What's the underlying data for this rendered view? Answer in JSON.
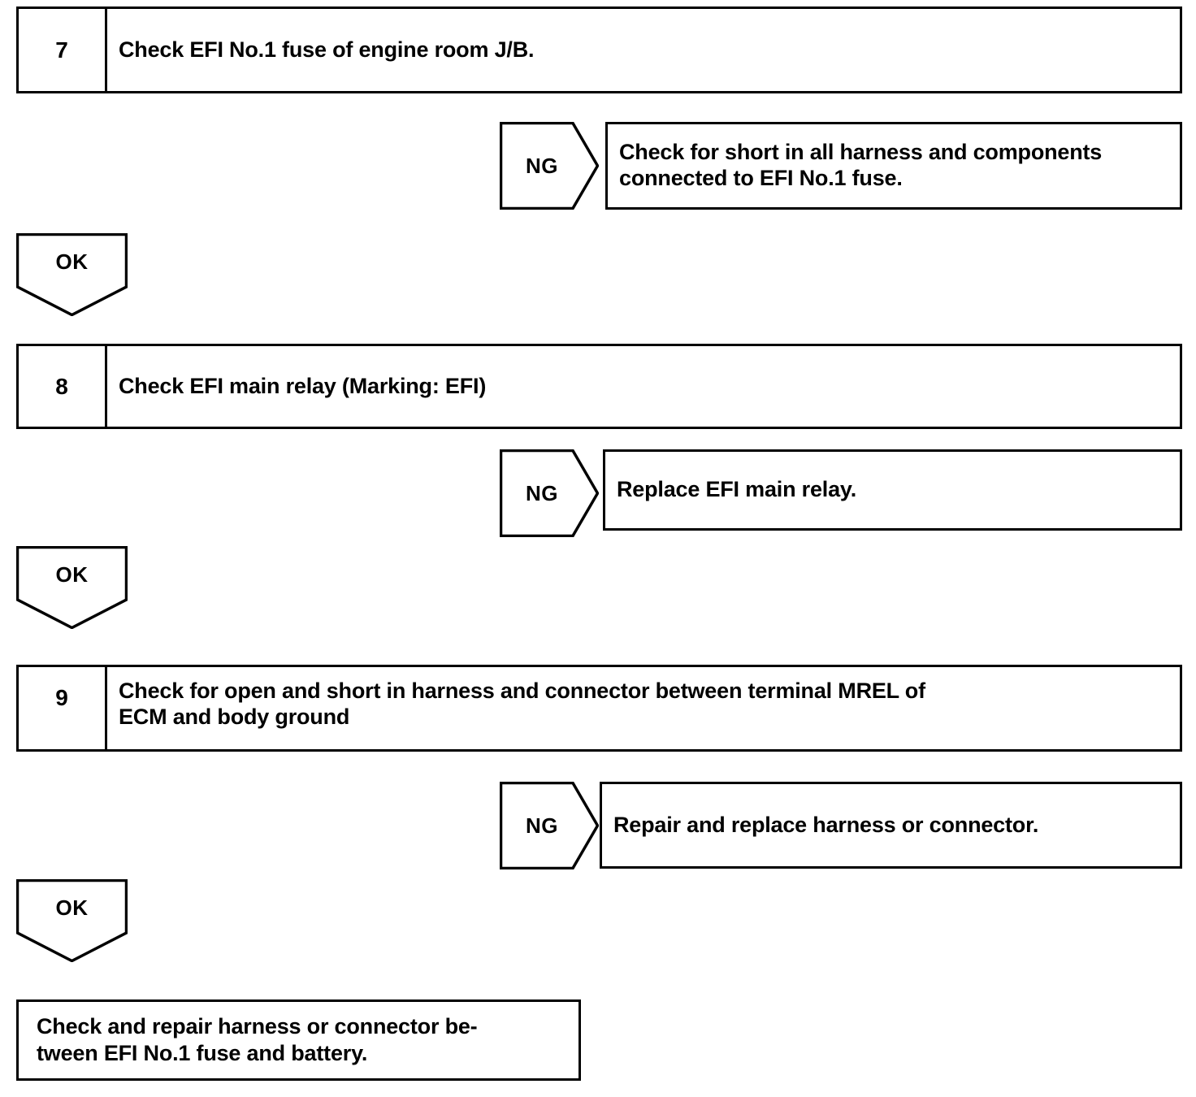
{
  "diagram": {
    "title": "EFI diagnostic troubleshooting flowchart",
    "line_color": "#000000",
    "background_color": "#ffffff",
    "branch_labels": {
      "ng": "NG",
      "ok": "OK"
    },
    "steps": [
      {
        "number": "7",
        "text_line1": "Check EFI No.1 fuse of engine room J/B.",
        "text_line2": ""
      },
      {
        "number": "8",
        "text_line1": "Check EFI main relay (Marking: EFI)",
        "text_line2": ""
      },
      {
        "number": "9",
        "text_line1": "Check for open and short in harness and connector between terminal MREL of",
        "text_line2": "ECM and body ground"
      }
    ],
    "ng_branches": [
      {
        "label": "NG",
        "text_line1": "Check for short in all harness and components",
        "text_line2": "connected to EFI No.1 fuse."
      },
      {
        "label": "NG",
        "text_line1": "Replace EFI main relay.",
        "text_line2": ""
      },
      {
        "label": "NG",
        "text_line1": "Repair and replace harness or connector.",
        "text_line2": ""
      }
    ],
    "ok_branches": [
      {
        "label": "OK"
      },
      {
        "label": "OK"
      },
      {
        "label": "OK"
      }
    ],
    "final": {
      "text_line1": "Check and repair harness or connector be-",
      "text_line2": "tween EFI No.1 fuse and battery."
    }
  }
}
